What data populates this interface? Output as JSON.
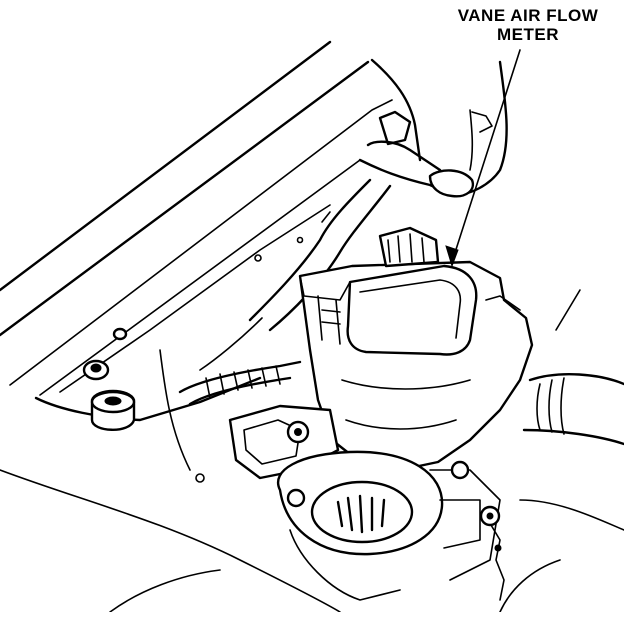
{
  "callout": {
    "line1": "VANE AIR FLOW",
    "line2": "METER"
  },
  "drawing": {
    "style": "black line-art technical illustration",
    "colors": {
      "ink": "#000000",
      "paper": "#ffffff"
    }
  }
}
